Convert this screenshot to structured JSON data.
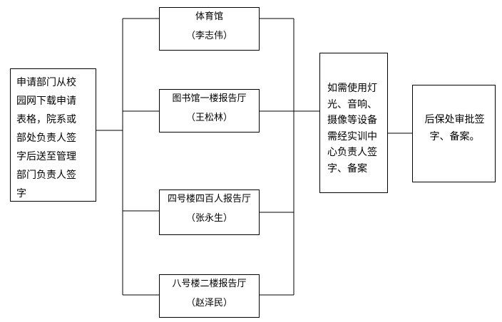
{
  "apply": {
    "lines": [
      "申请部门从校",
      "园网下载申请",
      "表格，院系或",
      "部处负责人签",
      "字后送至管理",
      "部门负责人签",
      "字"
    ]
  },
  "venues": [
    {
      "name": "体育馆",
      "person": "（李志伟）"
    },
    {
      "name": "图书馆一楼报告厅",
      "person": "（王松林）"
    },
    {
      "name": "四号楼四百人报告厅",
      "person": "（张永生）"
    },
    {
      "name": "八号楼二楼报告厅",
      "person": "（赵泽民）"
    }
  ],
  "equipment": {
    "lines": [
      "如需使用灯",
      "光、音响、",
      "摄像等设备",
      "需经实训中",
      "心负责人签",
      "字、备案"
    ]
  },
  "final": {
    "lines": [
      "后保处审批签",
      "字、备案。"
    ]
  }
}
